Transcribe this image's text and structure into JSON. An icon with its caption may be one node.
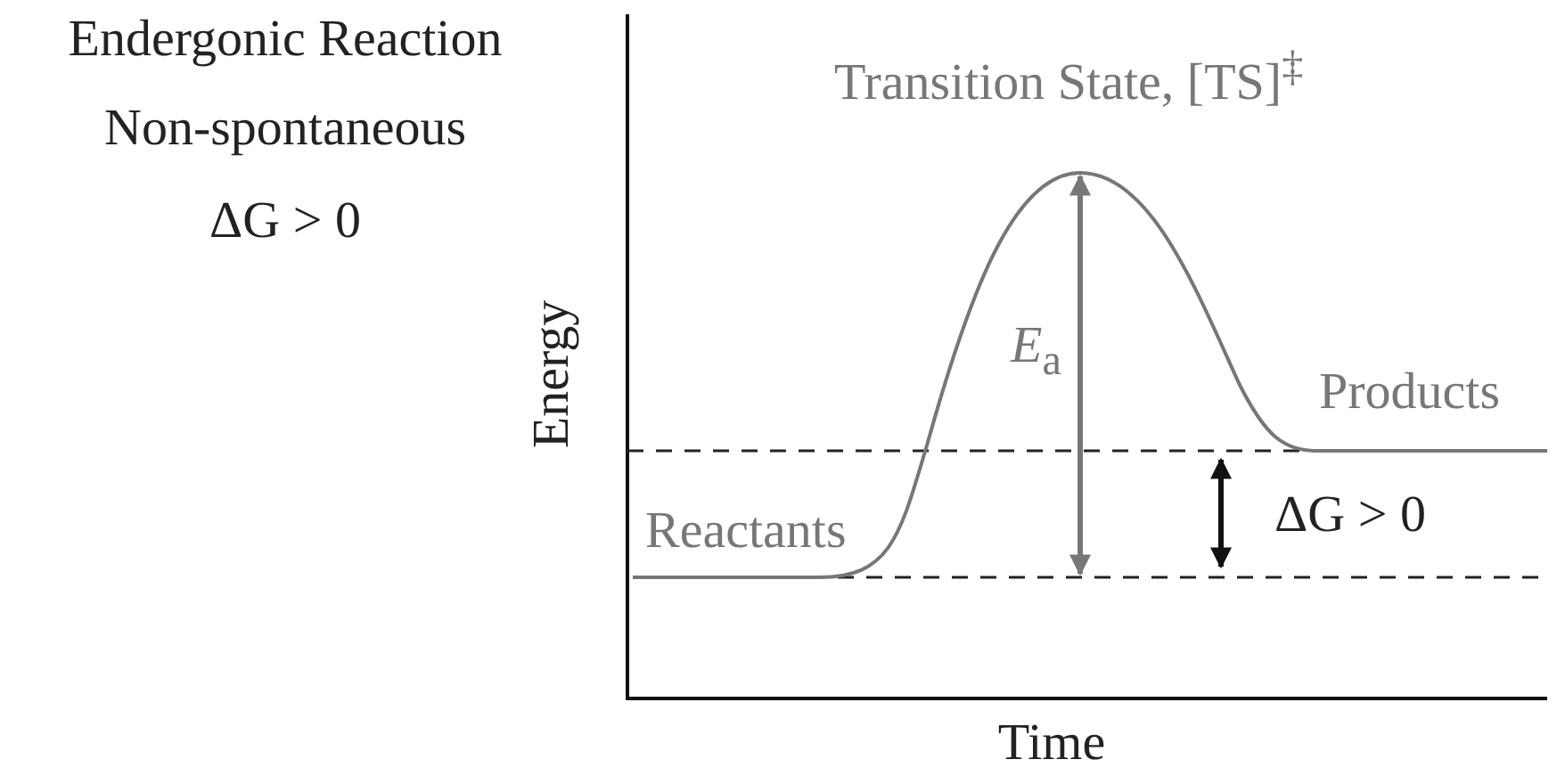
{
  "diagram": {
    "title": "Endergonic Reaction",
    "labels": [
      "Non-spontaneous",
      "ΔG > 0",
      "Transition State, [TS]$^{‡}$",
      "Energy",
      "*E*$_{a}$",
      "Products",
      "Reactants",
      "ΔG > 0",
      "Time"
    ]
  }
}
